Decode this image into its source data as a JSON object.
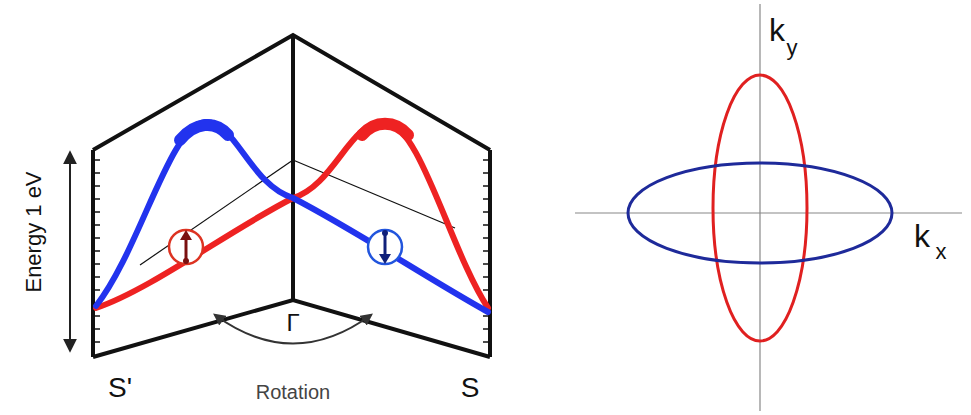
{
  "diagram": {
    "labels": [
      "Energy 1 eV",
      "S'",
      "Γ",
      "Rotation",
      "S",
      "k",
      "y",
      "k",
      "x"
    ]
  }
}
